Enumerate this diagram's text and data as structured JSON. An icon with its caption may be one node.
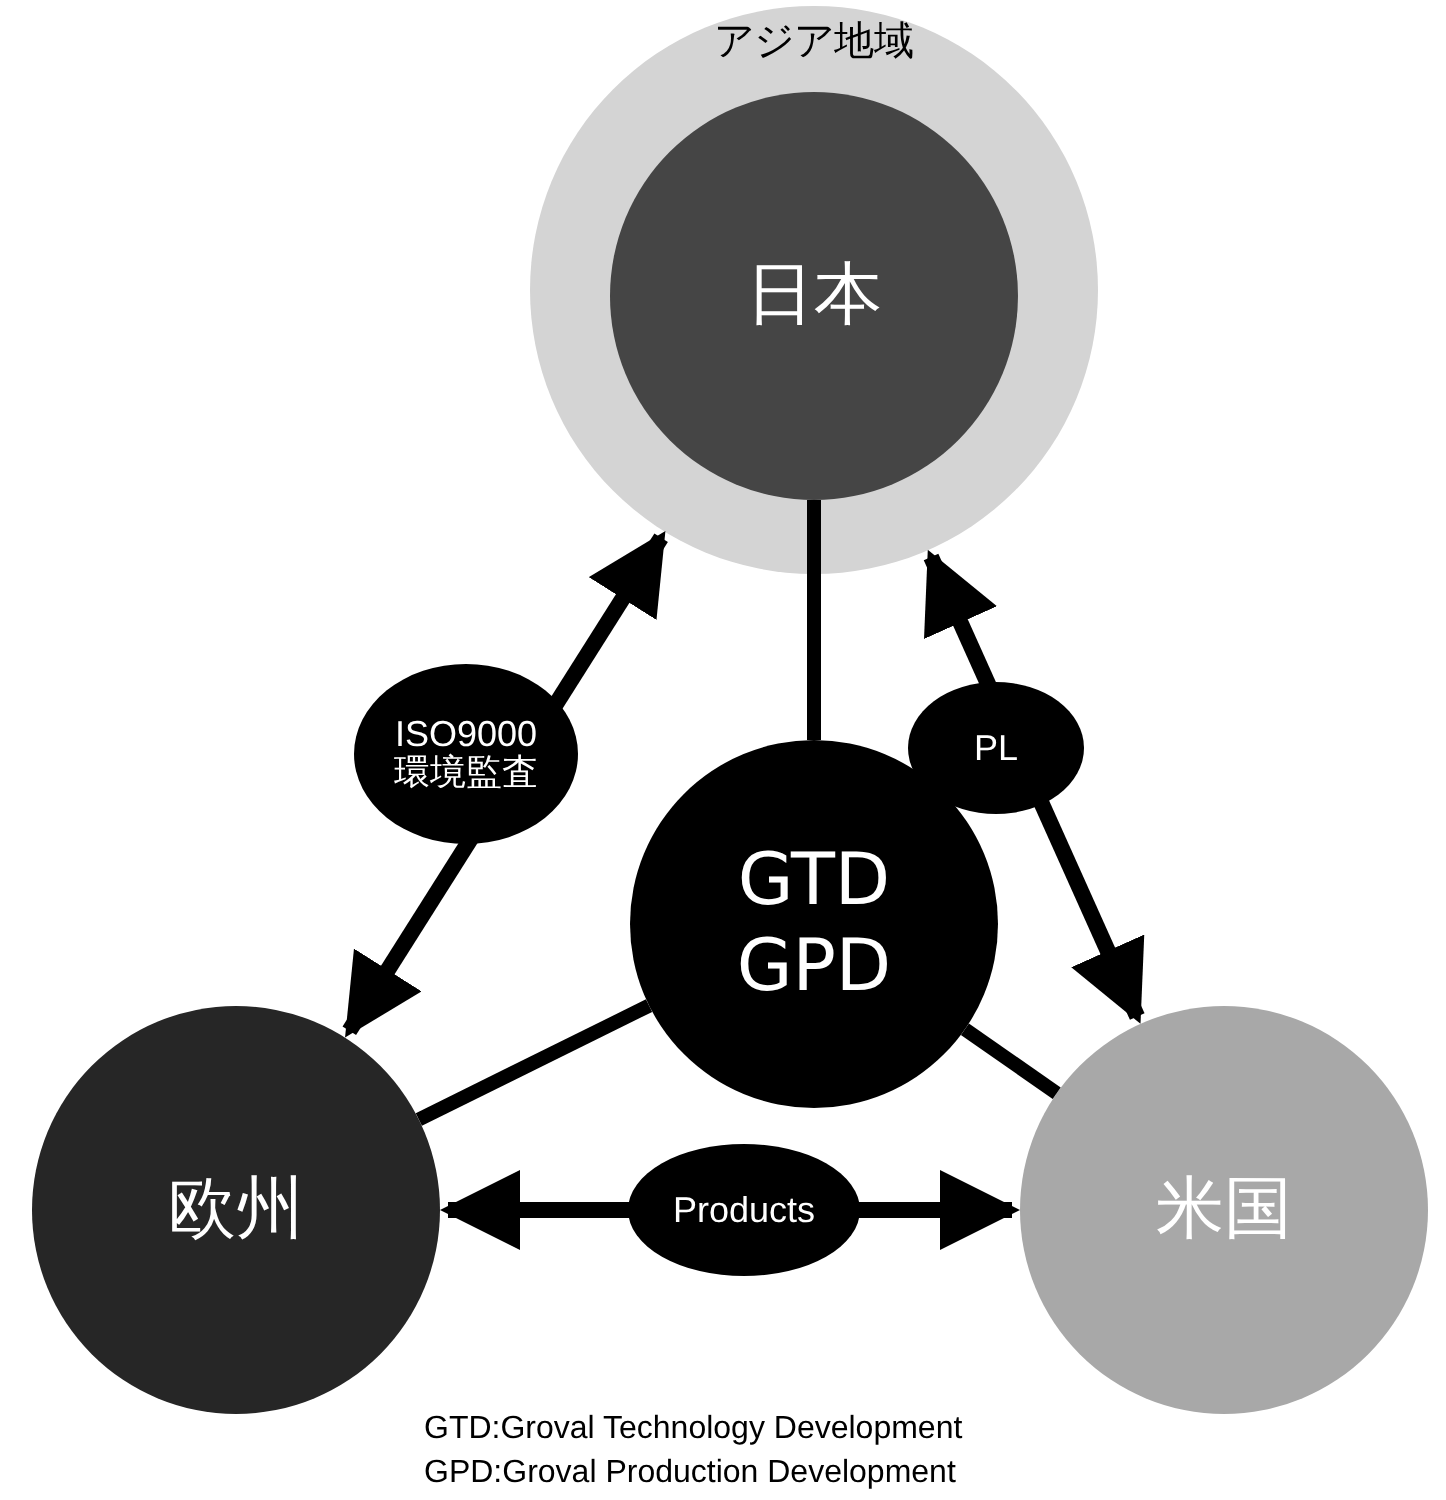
{
  "diagram": {
    "nodes": [
      {
        "text": [
          "アジア地域"
        ]
      },
      {
        "text": [
          "日本"
        ],
        "in": 0
      },
      {
        "text": [
          "GTD GPD"
        ]
      },
      {
        "text": [
          "欧州"
        ]
      },
      {
        "text": [
          "米国"
        ]
      }
    ],
    "edges": [
      {
        "from": 3,
        "to": 1,
        "arrow": "both",
        "label": "ISO9000 環境監査"
      },
      {
        "from": 1,
        "to": 4,
        "arrow": "both",
        "label": "PL"
      },
      {
        "from": 3,
        "to": 4,
        "arrow": "both",
        "label": "Products"
      },
      {
        "from": 2,
        "to": 1,
        "arrow": "none"
      },
      {
        "from": 2,
        "to": 3,
        "arrow": "none"
      },
      {
        "from": 2,
        "to": 4,
        "arrow": "none"
      }
    ],
    "labels": [
      "GTD:Groval Technology Development",
      "GPD:Groval Production Development"
    ]
  }
}
